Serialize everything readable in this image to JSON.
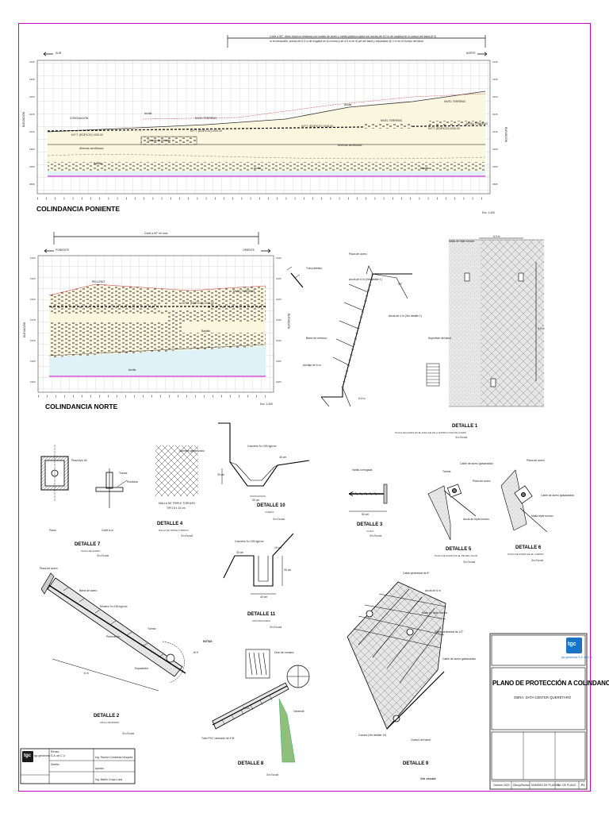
{
  "sections": {
    "poniente": {
      "title": "COLINDANCIA PONIENTE",
      "scale": "Esc. 1:400",
      "left_dir": "SUR",
      "right_dir": "NORTE",
      "note_line1": "Corte a 90°, dicho talud se realizará con mallas de acero y media plástica rígida con anclas de 6.0 m de longitud en el cuerpo del talud (6.0)",
      "note_line2": "m en tresbolillo, anclas de 6.0 m de longitud en la corona y de 4.0 m en el pie del talud y separadas @ 3 m en el cuerpo del talud",
      "axis_label": "ELEVACIÓN",
      "labels": {
        "arcillas": "Arenas arcillosas",
        "basalto1": "Basalto",
        "arenas_arc2": "Arenas arcillosas",
        "basalto2": "Basalto",
        "arcilla1": "Arcilla",
        "arcilla2": "Arcilla",
        "npt1": "N.P.T. (EDIFICIO) 1920.00",
        "npt2": "N.P.T. (EDIFICIO) 1920.00",
        "npt3": "N.P.T. (EDIFICIO) 1918.00",
        "npt4": "N.P.T. (EDIFICIO) 1910.00",
        "coronacion": "CORONACIÓN",
        "nivel_terreno": "NIVEL TERRENO",
        "nivel_terreno2": "NIVEL TERRENO",
        "nivel_terreno3": "NIVEL TERRENO",
        "nivel_terreno4": "NIVEL TERRENO",
        "tuberia": "Tubería de Drenaje",
        "arcilla3": "Arcilla"
      }
    },
    "norte": {
      "title": "COLINDANCIA NORTE",
      "scale": "Esc. 1:400",
      "left_dir": "PONIENTE",
      "right_dir": "ORIENTE",
      "note": "Corte a 90° en roca",
      "axis_label": "ELEVACIÓN",
      "labels": {
        "relleno": "RELLENO",
        "nivel": "NIVEL TERRENO",
        "npt": "N.P.T. (EDIFICIO) 1910.00",
        "basalto": "Basalto",
        "arcilla": "Arcilla"
      }
    }
  },
  "details": {
    "d1": {
      "title": "DETALLE 1",
      "sub": "PLACA DE ACERO EN EL ANCLAJE EN LA ESTRUCTURA DE ACERO",
      "scale": "Sin Escala",
      "labels": {
        "malla": "Malla de triple torsión",
        "placa": "Placa de acero",
        "anclaje": "Anclaje de 6 m",
        "barra": "Barra de refuerzo",
        "tubo": "Tubo plástico",
        "superficie": "Superficie del talud",
        "ancla1": "Ancla de 6 m (Ver detalle 1)",
        "ancla2": "Ancla de 4 m (Ver detalle 1)",
        "cota": "6.0 m",
        "sep": "3.0 m",
        "v": "90°",
        "dim": "6.0 m"
      }
    },
    "d10": {
      "title": "DETALLE 10",
      "sub": "CUNETA",
      "scale": "Sin Escala",
      "labels": {
        "concreto": "Concreto f'c=150 kg/cm²",
        "a": "30 cm",
        "b": "30 cm",
        "c": "45 cm"
      }
    },
    "d11": {
      "title": "DETALLE 11",
      "sub": "CONTRACUNETA",
      "scale": "Sin Escala",
      "labels": {
        "concreto": "Concreto f'c=150 kg/cm²",
        "a": "30 cm",
        "b": "40 cm",
        "c": "15 cm",
        "d": "30 cm"
      }
    },
    "d7": {
      "title": "DETALLE 7",
      "sub": "PLACA DE ACERO",
      "scale": "Sin Escala",
      "labels": {
        "placa_top": "Placa tipo 40",
        "placa": "Placa",
        "corte": "Corte A-A'",
        "tuerca": "Tuerca",
        "rondana": "Rondana"
      }
    },
    "d4": {
      "title": "DETALLE 4",
      "sub": "MALLA DE TRIPLE TORSION",
      "scale": "Sin Escala",
      "labels": {
        "alambre": "Alambre galvanizado",
        "malla": "MALLA DE TRIPLE TORSION",
        "tipo": "TIPO 8 x 10 cm"
      }
    },
    "d3": {
      "title": "DETALLE 3",
      "sub": "CLAVO",
      "scale": "Sin Escala",
      "labels": {
        "varilla": "Varilla corrugada",
        "dim": "50 cm"
      }
    },
    "d5": {
      "title": "DETALLE 5",
      "sub": "PLACA DE ACERO EN EL PIE DEL TALUD",
      "scale": "Sin Escala",
      "labels": {
        "cable": "Cable de acero galvanizado",
        "placa": "Placa de acero",
        "ancla": "Ancla de triple torsión",
        "tuerca": "Tuerca"
      }
    },
    "d6": {
      "title": "DETALLE 6",
      "sub": "PLACA DE ACERO EN EL CUERPO",
      "scale": "Sin Escala",
      "labels": {
        "placa": "Placa de acero",
        "cable": "Cable de acero galvanizado",
        "malla": "Malla triple torsión"
      }
    },
    "d2": {
      "title": "DETALLE 2",
      "sub": "ANCLA DE BARRA",
      "scale": "Sin Escala",
      "labels": {
        "placa": "Placa de acero",
        "mortero": "Mortero f'c=150 kg/cm²",
        "barra": "Barra de acero",
        "tuerca": "Tuerca",
        "perforacion": "Perforación",
        "longitud": "6 m",
        "espaciador": "Espaciador",
        "diam": "Ø 4\""
      }
    },
    "d8": {
      "title": "DETALLE 8",
      "sub": "",
      "scale": "Sin Escala",
      "labels": {
        "notas": "NOTAS",
        "tubo": "Tubo PVC ranurado de 4\"Ø",
        "dren": "Dren de mortero",
        "sep": "3.0 m",
        "geo": "Geotextil"
      }
    },
    "d9": {
      "title": "DETALLE 9",
      "sub": "",
      "scale": "Sin escala",
      "labels": {
        "cable_p": "Cable perimetral de 8\"",
        "ancla_6": "Ancla de 6 m",
        "malla": "Malla de triple torsión",
        "cable_f": "Cable perimetral de 1/2\"",
        "cable_z": "Cable de acero galvanizado",
        "corona": "Corona (Ver detalle 10)",
        "cuerpo": "Cuerpo del talud"
      }
    }
  },
  "title_block": {
    "company": "tgc geotecnia",
    "company_sub": "tgc geotecnia S.A. de C.V.",
    "logo": "tgc",
    "plan_title": "PLANO DE PROTECCIÓN A COLINDANCIAS",
    "project": "OBRA: DATA CENTER QUERÉTARO",
    "row": [
      "Octubre 2020",
      "Dibujo/Revisó",
      "NÚMERO DE PLANOS",
      "No. DE PLANO",
      "P1"
    ]
  },
  "small_block": {
    "logo": "tgc",
    "company": "tgc geotecnia S.A. de C.V.",
    "labels": [
      "Revisó",
      "Diseñó",
      "Ing. Ramón Contreras Vázquez",
      "Ing. Martin Grupo Lara",
      "Aprobó"
    ]
  }
}
